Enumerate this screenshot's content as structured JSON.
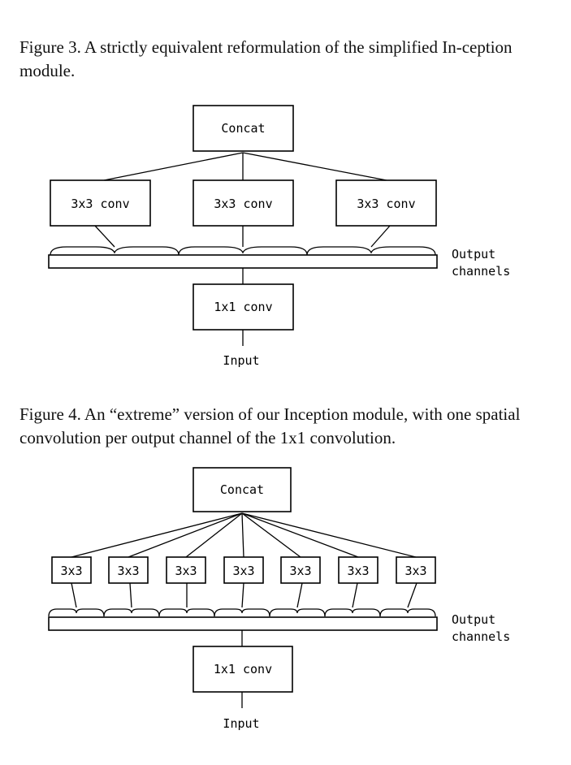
{
  "figure3": {
    "caption": "Figure 3. A strictly equivalent reformulation of the simplified In-ception module.",
    "concat_label": "Concat",
    "conv_labels": [
      "3x3 conv",
      "3x3 conv",
      "3x3 conv"
    ],
    "output_label_line1": "Output",
    "output_label_line2": "channels",
    "pointwise_label": "1x1 conv",
    "input_label": "Input"
  },
  "figure4": {
    "caption": "Figure 4. An “extreme” version of our Inception module, with one spatial convolution per output channel of the 1x1 convolution.",
    "concat_label": "Concat",
    "conv_labels": [
      "3x3",
      "3x3",
      "3x3",
      "3x3",
      "3x3",
      "3x3",
      "3x3"
    ],
    "output_label_line1": "Output",
    "output_label_line2": "channels",
    "pointwise_label": "1x1 conv",
    "input_label": "Input"
  }
}
